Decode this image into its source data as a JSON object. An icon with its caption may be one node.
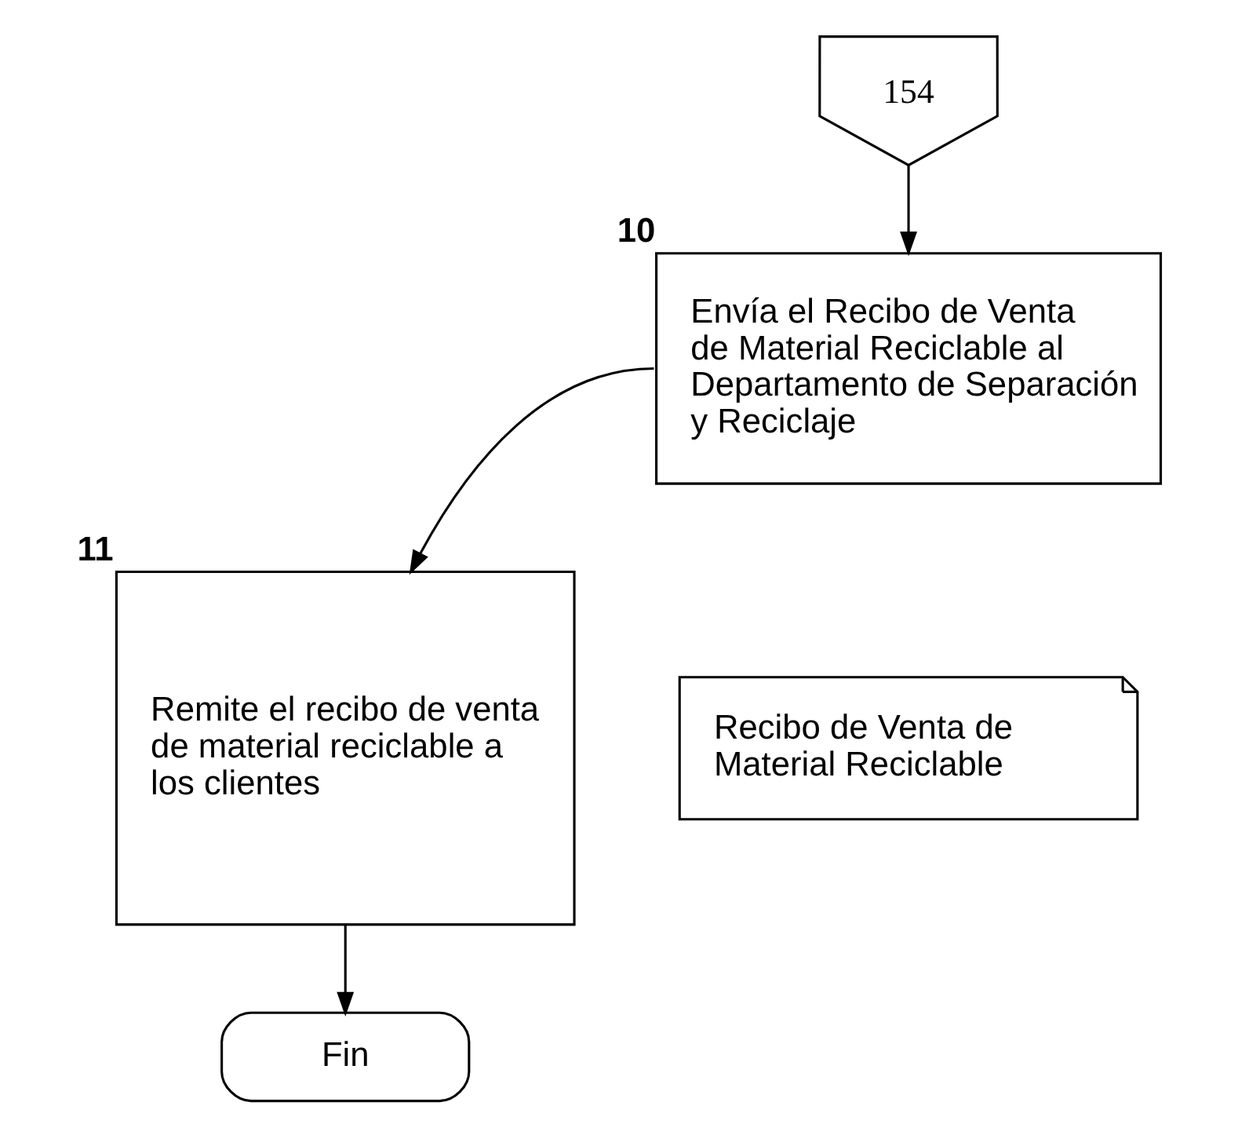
{
  "diagram": {
    "nodes": [
      {
        "text": [
          "154"
        ]
      },
      {
        "text": [
          "Envía el Recibo de Venta de Material Reciclable al Departamento de Separación y Reciclaje"
        ],
        "beside": [
          "10"
        ]
      },
      {
        "text": [
          "Recibo de Venta de Material Reciclable"
        ]
      },
      {
        "text": [
          "Remite el recibo de venta de material reciclable a los clientes"
        ],
        "beside": [
          "11"
        ]
      },
      {
        "text": [
          "Fin"
        ]
      }
    ],
    "edges": [
      {
        "from": 0,
        "to": 1,
        "arrow": "to"
      },
      {
        "from": 1,
        "to": 3,
        "arrow": "to"
      },
      {
        "from": 3,
        "to": 4,
        "arrow": "to"
      }
    ]
  }
}
